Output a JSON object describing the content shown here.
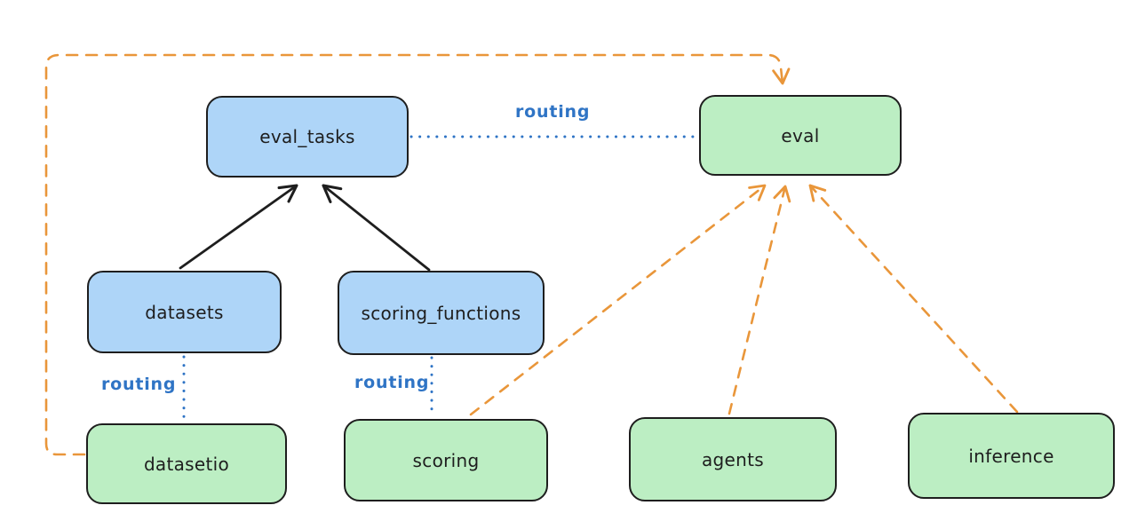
{
  "diagram": {
    "nodes": [
      {
        "id": "eval_tasks",
        "label": "eval_tasks",
        "fill": "blue"
      },
      {
        "id": "eval",
        "label": "eval",
        "fill": "green"
      },
      {
        "id": "datasets",
        "label": "datasets",
        "fill": "blue"
      },
      {
        "id": "scoring_functions",
        "label": "scoring_functions",
        "fill": "blue"
      },
      {
        "id": "datasetio",
        "label": "datasetio",
        "fill": "green"
      },
      {
        "id": "scoring",
        "label": "scoring",
        "fill": "green"
      },
      {
        "id": "agents",
        "label": "agents",
        "fill": "green"
      },
      {
        "id": "inference",
        "label": "inference",
        "fill": "green"
      }
    ],
    "edges": [
      {
        "from": "datasets",
        "to": "eval_tasks",
        "style": "solid-black-arrow",
        "label": ""
      },
      {
        "from": "scoring_functions",
        "to": "eval_tasks",
        "style": "solid-black-arrow",
        "label": ""
      },
      {
        "from": "eval_tasks",
        "to": "eval",
        "style": "dotted-blue",
        "label": "routing"
      },
      {
        "from": "datasets",
        "to": "datasetio",
        "style": "dotted-blue",
        "label": "routing"
      },
      {
        "from": "scoring_functions",
        "to": "scoring",
        "style": "dotted-blue",
        "label": "routing"
      },
      {
        "from": "datasetio",
        "to": "eval",
        "style": "dashed-orange-arrow",
        "label": ""
      },
      {
        "from": "scoring",
        "to": "eval",
        "style": "dashed-orange-arrow",
        "label": ""
      },
      {
        "from": "agents",
        "to": "eval",
        "style": "dashed-orange-arrow",
        "label": ""
      },
      {
        "from": "inference",
        "to": "eval",
        "style": "dashed-orange-arrow",
        "label": ""
      }
    ],
    "colors": {
      "background": "#ffffff",
      "blue_fill": "#aed5f8",
      "green_fill": "#bceec3",
      "node_stroke": "#1e1e1e",
      "routing_blue": "#2f74c5",
      "orange": "#e9963a"
    }
  }
}
